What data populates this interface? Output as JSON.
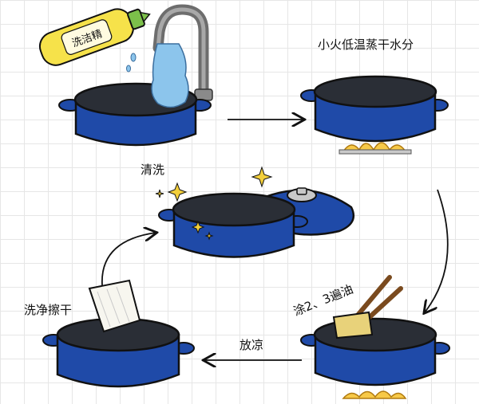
{
  "steps": {
    "wash": "清洗",
    "dry": "小火低温蒸干水分",
    "oil": "涂2、3遍油",
    "cool": "放凉",
    "wipe": "洗净擦干"
  },
  "bottle_label": "洗洁精",
  "colors": {
    "pot_blue": "#1f4aa8",
    "pot_lid": "#2a2e36",
    "bottle_yellow": "#f6e24a",
    "water_blue": "#8cc5ec",
    "flame_yellow": "#f7c948",
    "sparkle_yellow": "#f3cf3b",
    "oil_pad": "#e8d27a",
    "chopstick_brown": "#7a4a1e"
  }
}
